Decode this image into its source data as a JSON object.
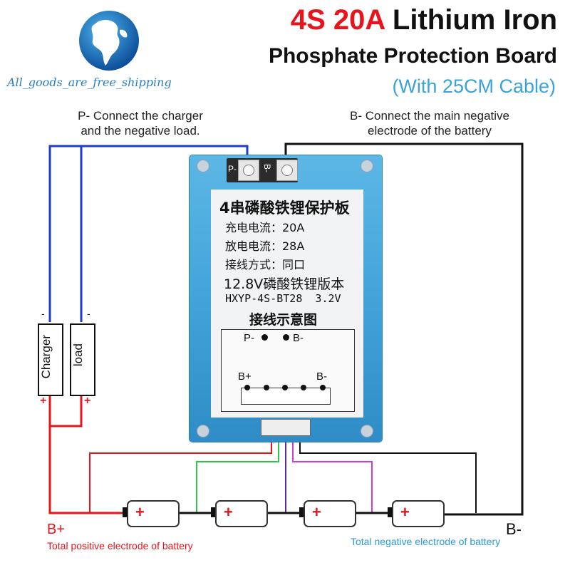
{
  "title": {
    "part_red": "4S 20A",
    "part_black": " Lithium Iron",
    "line2": "Phosphate Protection Board",
    "line3": "(With 25CM Cable)"
  },
  "shipping_label": "All_goods_are_free_shipping",
  "notes": {
    "p_minus": "P- Connect the charger\nand the negative load.",
    "b_minus": "B- Connect the main negative\nelectrode of the battery"
  },
  "board": {
    "terminal_p": "P-",
    "terminal_b": "B-",
    "chinese_title": "4串磷酸铁锂保护板",
    "charge_current": "充电电流：20A",
    "discharge_current": "放电电流：28A",
    "wiring_mode": "接线方式：同口",
    "version": "12.8V磷酸铁锂版本",
    "model": "HXYP-4S-BT28  3.2V",
    "diagram_title": "接线示意图",
    "pin_p": "P-",
    "pin_b": "B-",
    "pin_bplus": "B+",
    "pin_bminus": "B-"
  },
  "devices": {
    "charger": "Charger",
    "load": "load",
    "minus_sign": "-",
    "plus_sign": "+"
  },
  "battery": {
    "plus_sign": "+",
    "b_plus": "B+",
    "b_minus": "B-",
    "total_positive": "Total positive electrode of battery",
    "total_negative": "Total negative electrode of battery"
  },
  "colors": {
    "red": "#e8141c",
    "blue_wire": "#1f3cc4",
    "green_wire": "#33c24a",
    "purple_wire": "#5a2aa0",
    "magenta_wire": "#d43ad4",
    "board_blue": "#3fa6dc",
    "caption_blue": "#2b9bd8"
  },
  "icons": {
    "logo": "globe-icon"
  }
}
